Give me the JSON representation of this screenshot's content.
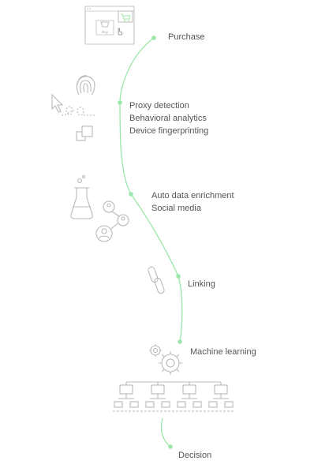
{
  "steps": [
    {
      "id": "purchase",
      "lines": [
        "Purchase"
      ],
      "icon": "browser-cart-icon"
    },
    {
      "id": "proxy",
      "lines": [
        "Proxy detection",
        "Behavioral analytics",
        "Device fingerprinting"
      ],
      "icon": "fingerprint-icon"
    },
    {
      "id": "enrichment",
      "lines": [
        "Auto data enrichment",
        "Social media"
      ],
      "icon": "flask-icon"
    },
    {
      "id": "linking",
      "lines": [
        "Linking"
      ],
      "icon": "chain-link-icon"
    },
    {
      "id": "ml",
      "lines": [
        "Machine learning"
      ],
      "icon": "gears-icon"
    },
    {
      "id": "decision",
      "lines": [
        "Decision"
      ],
      "icon": "decision-tree-icon"
    }
  ],
  "icons": {
    "browser_mock_text": "Buy"
  },
  "colors": {
    "path": "#9be6a9",
    "icon": "#b9b9b9",
    "text": "#555555"
  }
}
